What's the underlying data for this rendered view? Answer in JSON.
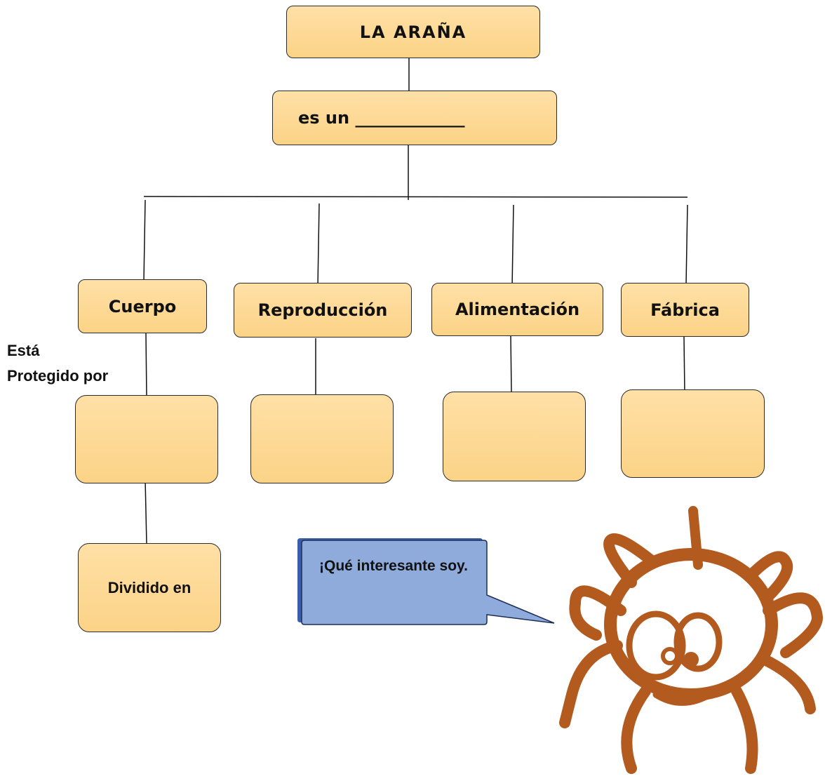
{
  "title": "LA ARAÑA",
  "subtitle": "es un _____________",
  "categories": [
    "Cuerpo",
    "Reproducción",
    "Alimentación",
    "Fábrica"
  ],
  "side_label": {
    "line1": "Está",
    "line2": "Protegido  por"
  },
  "divided_label": "Dividido en",
  "speech_bubble": "¡Qué interesante soy.",
  "colors": {
    "box_fill": "#fbd387",
    "bubble_fill": "#8fabdc",
    "spider": "#b35a1f"
  }
}
